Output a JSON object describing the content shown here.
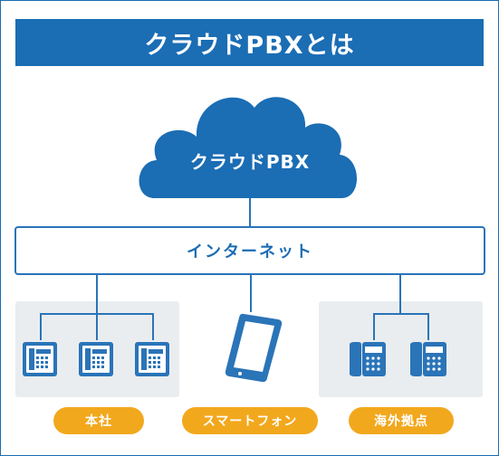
{
  "title": "クラウドPBXとは",
  "cloud": {
    "label": "クラウドPBX"
  },
  "network": {
    "label": "インターネット"
  },
  "endpoints": [
    {
      "label": "本社"
    },
    {
      "label": "スマートフォン"
    },
    {
      "label": "海外拠点"
    }
  ],
  "colors": {
    "brand_blue": "#1b6db4",
    "line_blue": "#2a74b8",
    "panel_gray": "#e9edef",
    "label_orange": "#f2a81d"
  },
  "icons": [
    "cloud-icon",
    "desk-phone-icon",
    "smartphone-icon",
    "business-phone-icon"
  ]
}
